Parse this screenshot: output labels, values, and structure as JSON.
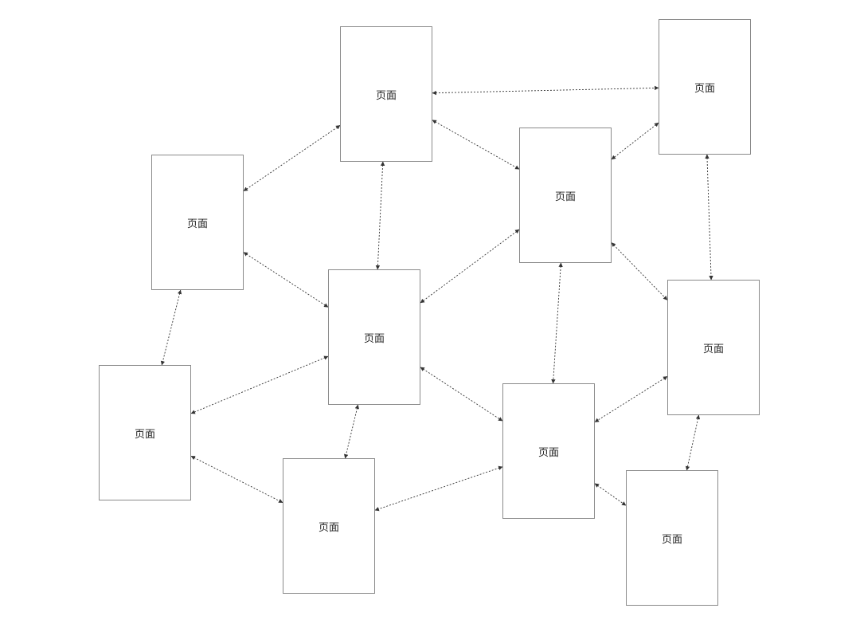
{
  "diagram": {
    "nodes": [
      {
        "id": "n0",
        "label": "页面"
      },
      {
        "id": "n1",
        "label": "页面"
      },
      {
        "id": "n2",
        "label": "页面"
      },
      {
        "id": "n3",
        "label": "页面"
      },
      {
        "id": "n4",
        "label": "页面"
      },
      {
        "id": "n5",
        "label": "页面"
      },
      {
        "id": "n6",
        "label": "页面"
      },
      {
        "id": "n7",
        "label": "页面"
      },
      {
        "id": "n8",
        "label": "页面"
      },
      {
        "id": "n9",
        "label": "页面"
      }
    ],
    "edges": [
      {
        "from": "n0",
        "to": "n1"
      },
      {
        "from": "n0",
        "to": "n2"
      },
      {
        "from": "n0",
        "to": "n3"
      },
      {
        "from": "n0",
        "to": "n4"
      },
      {
        "from": "n1",
        "to": "n3"
      },
      {
        "from": "n1",
        "to": "n5"
      },
      {
        "from": "n2",
        "to": "n4"
      },
      {
        "from": "n2",
        "to": "n6"
      },
      {
        "from": "n3",
        "to": "n4"
      },
      {
        "from": "n3",
        "to": "n7"
      },
      {
        "from": "n3",
        "to": "n5"
      },
      {
        "from": "n4",
        "to": "n6"
      },
      {
        "from": "n4",
        "to": "n8"
      },
      {
        "from": "n4",
        "to": "n7"
      },
      {
        "from": "n5",
        "to": "n7"
      },
      {
        "from": "n5",
        "to": "n9"
      },
      {
        "from": "n6",
        "to": "n8"
      },
      {
        "from": "n7",
        "to": "n8"
      },
      {
        "from": "n7",
        "to": "n9"
      }
    ],
    "edge_style": "dashed, bidirectional arrows",
    "edge_color": "#333333",
    "node_border_color": "#8a8a8a"
  }
}
